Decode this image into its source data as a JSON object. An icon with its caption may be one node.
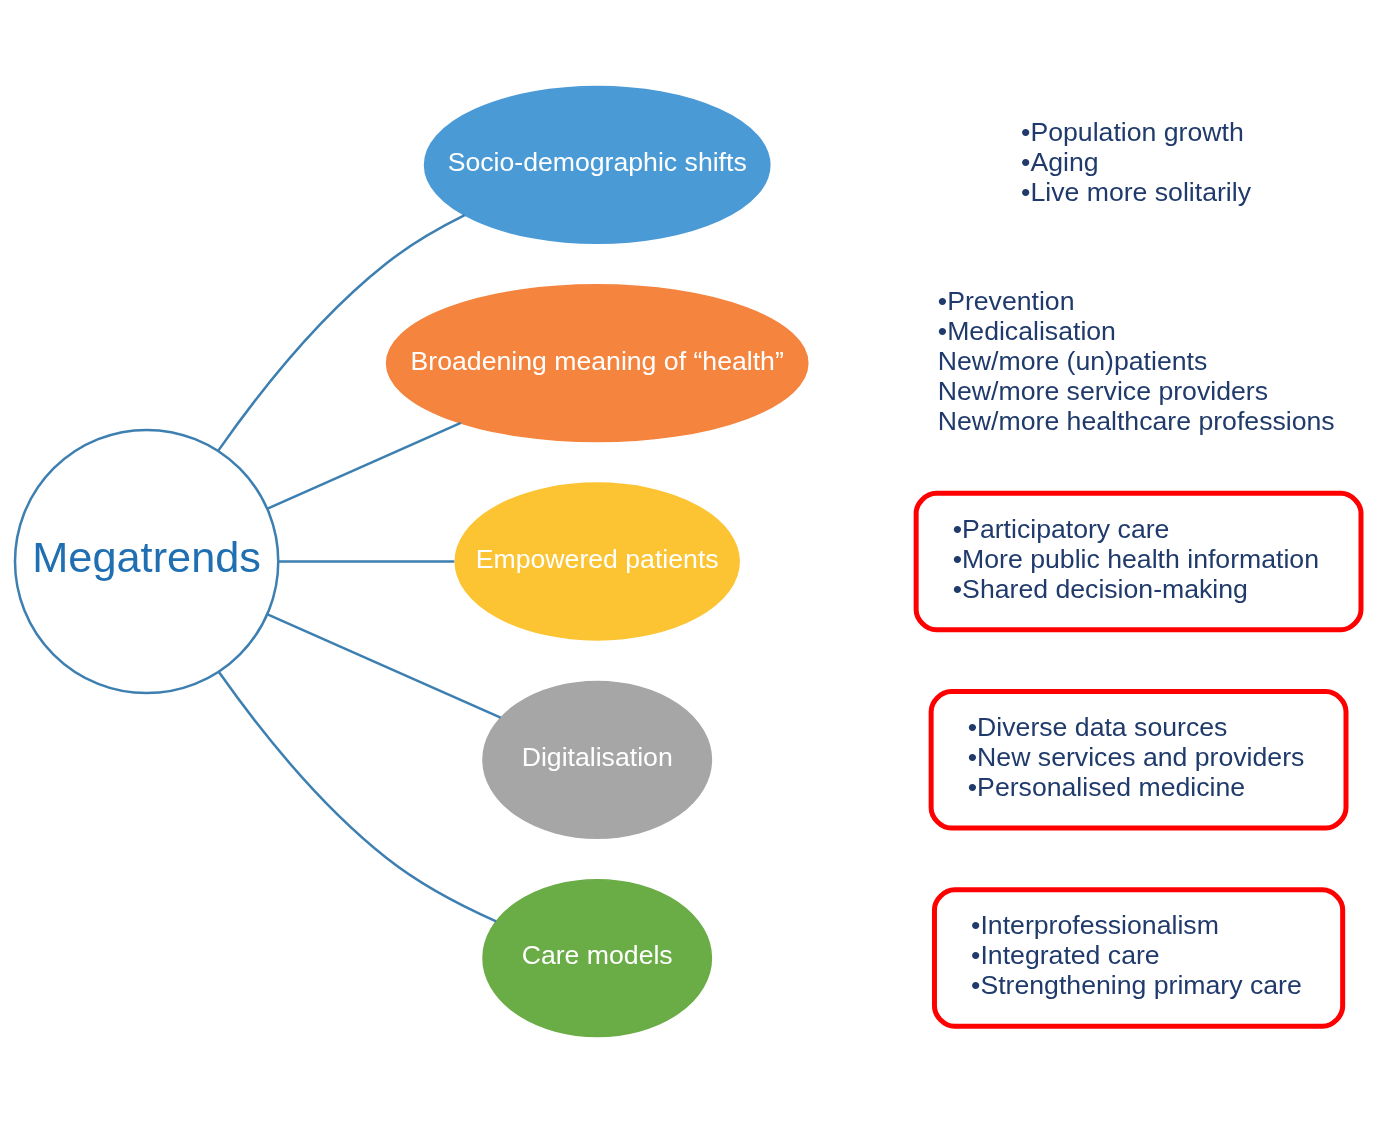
{
  "diagram": {
    "nodes": [
      {
        "text": [
          "Megatrends"
        ]
      },
      {
        "text": [
          "Socio-demographic shifts"
        ],
        "beside": [
          "•Population growth",
          "•Aging",
          "•Live more solitarily"
        ]
      },
      {
        "text": [
          "Broadening meaning of “health”"
        ],
        "beside": [
          "•Prevention",
          "•Medicalisation",
          "New/more (un)patients",
          "New/more service providers",
          "New/more healthcare professions"
        ]
      },
      {
        "text": [
          "Empowered patients"
        ]
      },
      {
        "text": [
          "•Participatory care",
          "•More public health information",
          "•Shared decision-making"
        ]
      },
      {
        "text": [
          "Digitalisation"
        ]
      },
      {
        "text": [
          "•Diverse data sources",
          "•New services and providers",
          "•Personalised medicine"
        ]
      },
      {
        "text": [
          "Care models"
        ]
      },
      {
        "text": [
          "•Interprofessionalism",
          "•Integrated care",
          "•Strengthening primary care"
        ]
      }
    ],
    "edges": [
      {
        "from": 0,
        "to": 1,
        "arrow": "none"
      },
      {
        "from": 0,
        "to": 2,
        "arrow": "none"
      },
      {
        "from": 0,
        "to": 3,
        "arrow": "none"
      },
      {
        "from": 0,
        "to": 5,
        "arrow": "none"
      },
      {
        "from": 0,
        "to": 7,
        "arrow": "none"
      }
    ]
  }
}
